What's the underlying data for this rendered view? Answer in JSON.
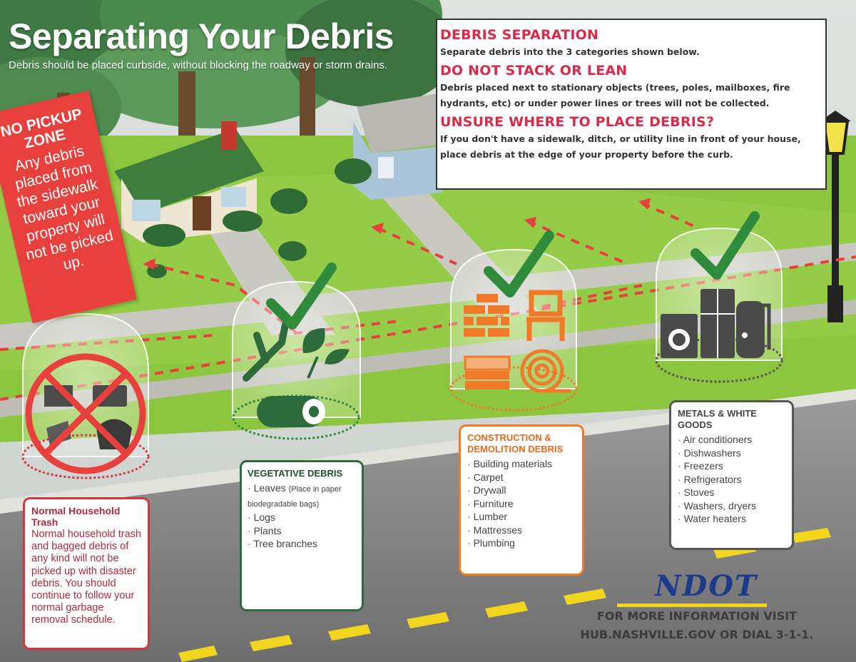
{
  "header": {
    "title": "Separating Your Debris",
    "subtitle": "Debris should be placed curbside, without blocking the roadway or storm drains."
  },
  "info_box": {
    "sections": [
      {
        "heading": "DEBRIS SEPARATION",
        "text": "Separate debris into the 3 categories shown below."
      },
      {
        "heading": "DO NOT STACK OR LEAN",
        "text": "Debris placed next to stationary objects (trees, poles, mailboxes, fire hydrants, etc) or under power lines or trees will not be collected."
      },
      {
        "heading": "UNSURE WHERE TO PLACE DEBRIS?",
        "text": "If you don't have a sidewalk, ditch, or utility line in front of your house, place debris at the edge of your property before the curb."
      }
    ]
  },
  "no_pickup": {
    "title": "NO PICKUP ZONE",
    "text": "Any debris placed from the sidewalk toward your property will not be picked up."
  },
  "cards": {
    "trash": {
      "title": "Normal Household Trash",
      "text": "Normal household trash and bagged debris of any kind will not be picked up with disaster debris. You should continue to follow your normal garbage removal schedule."
    },
    "vegetative": {
      "title": "VEGETATIVE DEBRIS",
      "items": [
        "Leaves",
        "Logs",
        "Plants",
        "Tree branches"
      ],
      "leaves_note": "(Place in paper biodegradable bags)"
    },
    "construction": {
      "title": "CONSTRUCTION & DEMOLITION DEBRIS",
      "items": [
        "Building materials",
        "Carpet",
        "Drywall",
        "Furniture",
        "Lumber",
        "Mattresses",
        "Plumbing"
      ]
    },
    "metals": {
      "title": "METALS & WHITE GOODS",
      "items": [
        "Air conditioners",
        "Dishwashers",
        "Freezers",
        "Refrigerators",
        "Stoves",
        "Washers, dryers",
        "Water heaters"
      ]
    }
  },
  "footer": {
    "logo": "NDOT",
    "line1": "FOR MORE INFORMATION VISIT",
    "line2": "HUB.NASHVILLE.GOV OR  DIAL 3-1-1."
  },
  "colors": {
    "grass": "#8cc63f",
    "road": "#8a8a8a",
    "red_accent": "#e8403c",
    "green_check": "#2e8b3c",
    "orange": "#f07a2a",
    "ndot_blue": "#1e3a8a",
    "road_stripe": "#f2d61e"
  },
  "icons": [
    "house-icon",
    "tree-icon",
    "street-lamp-icon",
    "check-icon",
    "prohibited-icon",
    "branch-icon",
    "leaf-icon",
    "log-icon",
    "brick-icon",
    "chair-icon",
    "mattress-icon",
    "carpet-roll-icon",
    "washing-machine-icon",
    "refrigerator-icon",
    "water-heater-icon"
  ]
}
